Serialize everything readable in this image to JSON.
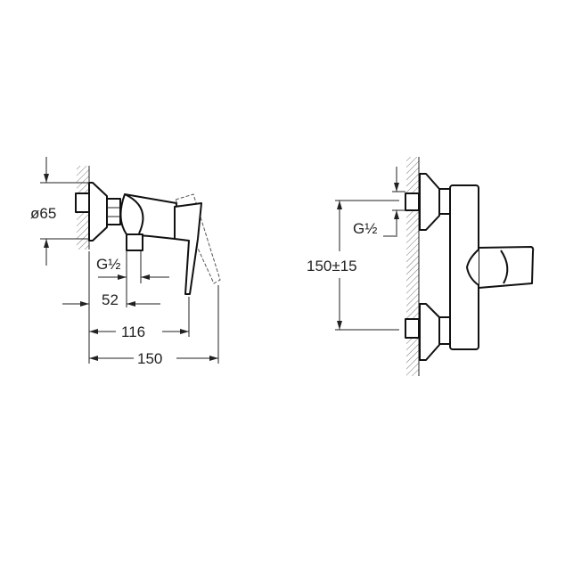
{
  "side_view": {
    "dimensions": {
      "flange_diameter": "ø65",
      "outlet_thread": "G½",
      "outlet_offset": "52",
      "handle_depth": "116",
      "handle_open_depth": "150"
    }
  },
  "front_view": {
    "dimensions": {
      "inlet_thread": "G½",
      "inlet_spacing": "150±15"
    }
  },
  "colors": {
    "line": "#222222",
    "background": "#ffffff"
  }
}
